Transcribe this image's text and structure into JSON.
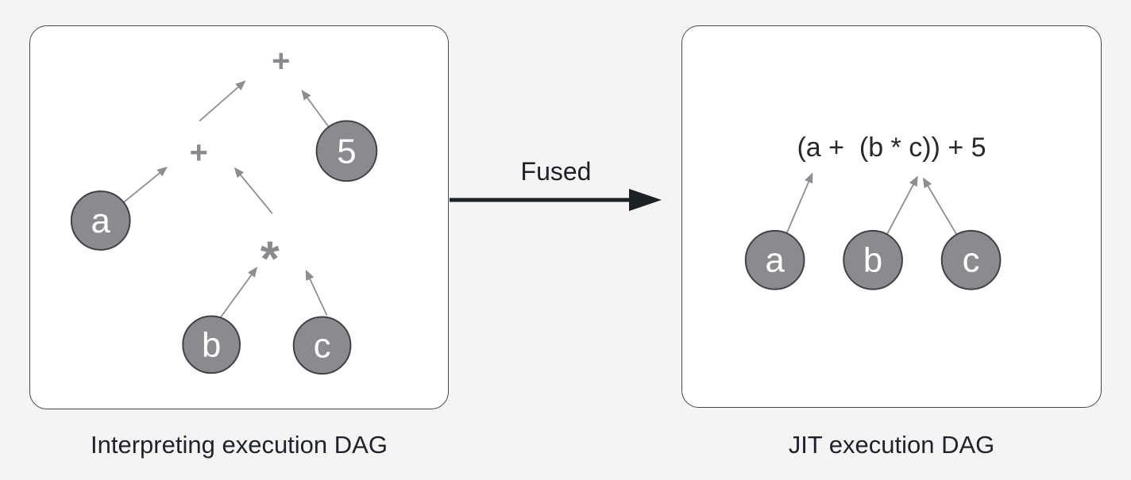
{
  "colors": {
    "background": "#f4f4f5",
    "panel_fill": "#ffffff",
    "panel_border": "#43474d",
    "node_fill": "#8b8b8f",
    "node_stroke": "#3f4146",
    "node_label": "#ffffff",
    "operator": "#8a8a8e",
    "edge": "#8e8e92",
    "fused_arrow": "#1d2025",
    "caption_text": "#1f2329",
    "expression_text": "#27292e"
  },
  "left_panel": {
    "caption": "Interpreting execution DAG",
    "nodes": {
      "root_op": "+",
      "inner_op": "+",
      "mul_op": "*",
      "a": "a",
      "five": "5",
      "b": "b",
      "c": "c"
    },
    "edges": [
      {
        "from": "a",
        "to": "inner_op"
      },
      {
        "from": "mul_op",
        "to": "inner_op"
      },
      {
        "from": "inner_op",
        "to": "root_op"
      },
      {
        "from": "five",
        "to": "root_op"
      },
      {
        "from": "b",
        "to": "mul_op"
      },
      {
        "from": "c",
        "to": "mul_op"
      }
    ]
  },
  "fused": {
    "label": "Fused"
  },
  "right_panel": {
    "caption": "JIT execution DAG",
    "expression": "(a +  (b * c)) + 5",
    "nodes": {
      "a": "a",
      "b": "b",
      "c": "c"
    },
    "edges": [
      {
        "from": "a",
        "to": "expression"
      },
      {
        "from": "b",
        "to": "expression"
      },
      {
        "from": "c",
        "to": "expression"
      }
    ]
  }
}
